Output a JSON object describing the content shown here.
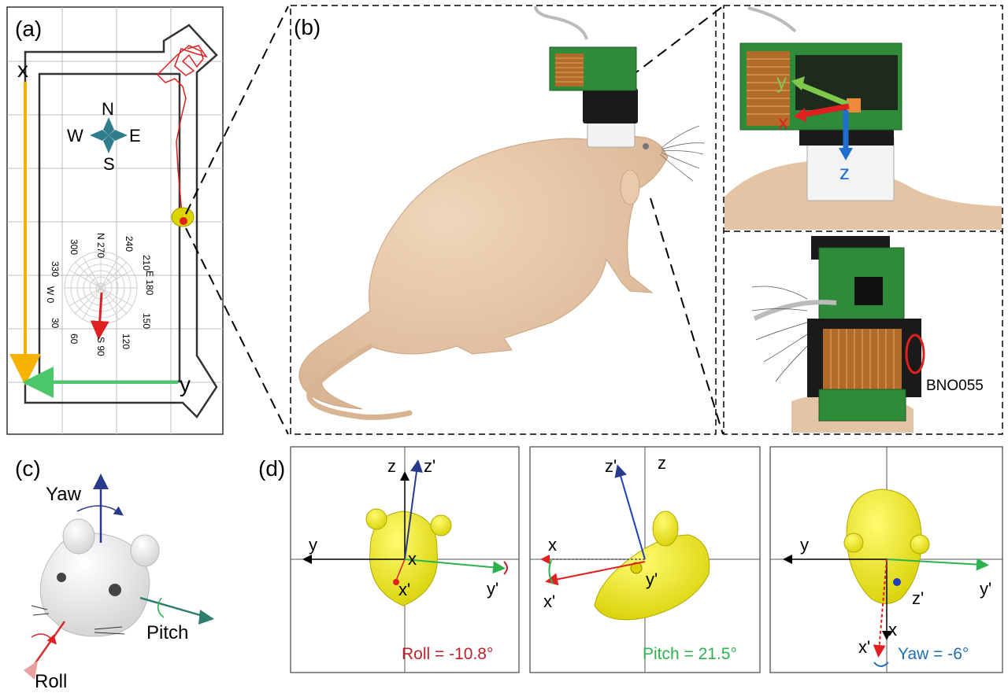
{
  "panels": {
    "a": {
      "label": "(a)",
      "axis_x": "x",
      "axis_y": "y",
      "compass": {
        "n": "N",
        "w": "W",
        "e": "E",
        "s": "S"
      },
      "polar_labels": [
        "N 270",
        "300",
        "330",
        "W 0",
        "30",
        "60",
        "S 90",
        "120",
        "150",
        "E 180",
        "210",
        "240"
      ]
    },
    "b": {
      "label": "(b)",
      "axis_x": "x",
      "axis_y": "y",
      "axis_z": "z",
      "sensor_label": "BNO055"
    },
    "c": {
      "label": "(c)",
      "yaw": "Yaw",
      "pitch": "Pitch",
      "roll": "Roll"
    },
    "d": {
      "label": "(d)",
      "roll_panel": {
        "z": "z",
        "zp": "z'",
        "y": "y",
        "yp": "y'",
        "x": "x",
        "xp": "x'",
        "caption": "Roll = -10.8°"
      },
      "pitch_panel": {
        "zp": "z'",
        "z": "z",
        "x": "x",
        "xp": "x'",
        "yp": "y'",
        "caption": "Pitch = 21.5°"
      },
      "yaw_panel": {
        "y": "y",
        "yp": "y'",
        "zp": "z'",
        "x": "x",
        "xp": "x'",
        "caption": "Yaw = -6°"
      }
    }
  },
  "colors": {
    "orange": "#f5b300",
    "green": "#4cc76a",
    "red": "#e02020",
    "blue": "#1f6fd1",
    "navy": "#283a8c",
    "teal": "#2f7d8c",
    "rat": "#e3c4a4",
    "yellow": "#f2ee10",
    "pcb": "#2f8a3a",
    "roll_red": "#c0202a",
    "pitch_green": "#2bb24c",
    "yaw_blue": "#1f6fb8"
  }
}
